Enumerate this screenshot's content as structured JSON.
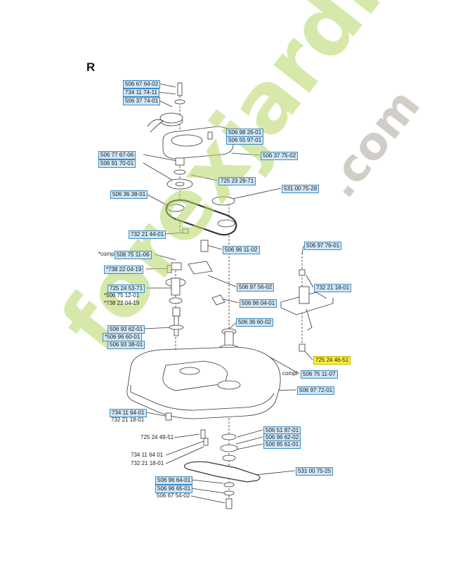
{
  "sheet": {
    "letter": "R"
  },
  "watermark": {
    "main": "forexjardin",
    "suffix": ".com"
  },
  "labels": [
    {
      "text": "506 67 64-02",
      "style": "hl-blue"
    },
    {
      "text": "734 11 74-11",
      "style": "hl-blue"
    },
    {
      "text": "506 37 74-01",
      "style": "hl-blue"
    },
    {
      "text": "506 98 26-01",
      "style": "hl-blue"
    },
    {
      "text": "506 55 97-01",
      "style": "hl-blue"
    },
    {
      "text": "506 37 75-02",
      "style": "hl-blue"
    },
    {
      "text": "506 77 67-06",
      "style": "hl-blue"
    },
    {
      "text": "506 91 70-01",
      "style": "hl-blue"
    },
    {
      "text": "725 23 29-71",
      "style": "hl-blue"
    },
    {
      "text": "506 36 38-01",
      "style": "hl-blue"
    },
    {
      "text": "531 00 75-28",
      "style": "hl-blue"
    },
    {
      "text": "732 21 44-01",
      "style": "hl-blue"
    },
    {
      "text": "506 96 11-02",
      "style": "hl-blue"
    },
    {
      "text": "*compl",
      "style": "plain"
    },
    {
      "text": "506 75 11-06",
      "style": "hl-blue"
    },
    {
      "text": "506 97 76-01",
      "style": "hl-blue"
    },
    {
      "text": "*738 22 04-19",
      "style": "hl-blue"
    },
    {
      "text": "506 97 56-02",
      "style": "hl-blue"
    },
    {
      "text": "732 21 18-01",
      "style": "hl-blue"
    },
    {
      "text": "725 24 53-71",
      "style": "hl-blue"
    },
    {
      "text": "*506 75 12-01",
      "style": "plain"
    },
    {
      "text": "*738 22 04-19",
      "style": "plain"
    },
    {
      "text": "506 96 04-01",
      "style": "hl-blue"
    },
    {
      "text": "506 93 62-01",
      "style": "hl-blue"
    },
    {
      "text": "*506 96 60-01",
      "style": "hl-blue"
    },
    {
      "text": "506 93 38-01",
      "style": "hl-blue"
    },
    {
      "text": "506 36 60-02",
      "style": "hl-blue"
    },
    {
      "text": "725 24 46-51",
      "style": "hl-yellow"
    },
    {
      "text": "compl",
      "style": "plain"
    },
    {
      "text": "506 75 11-07",
      "style": "hl-blue"
    },
    {
      "text": "506 97 72-01",
      "style": "hl-blue"
    },
    {
      "text": "734 11 64-01",
      "style": "hl-blue"
    },
    {
      "text": "732 21 18-01",
      "style": "plain"
    },
    {
      "text": "725 24 49-51",
      "style": "plain"
    },
    {
      "text": "506 51 87-01",
      "style": "hl-blue"
    },
    {
      "text": "506 96 62-02",
      "style": "hl-blue"
    },
    {
      "text": "506 95 61-01",
      "style": "hl-blue"
    },
    {
      "text": "734 11 64 01",
      "style": "plain"
    },
    {
      "text": "732 21 18-01",
      "style": "plain"
    },
    {
      "text": "531 00 75-25",
      "style": "hl-blue"
    },
    {
      "text": "506 96 64-01",
      "style": "hl-blue"
    },
    {
      "text": "506 96 65-01",
      "style": "hl-blue"
    },
    {
      "text": "506 67 54-02",
      "style": "plain"
    }
  ]
}
